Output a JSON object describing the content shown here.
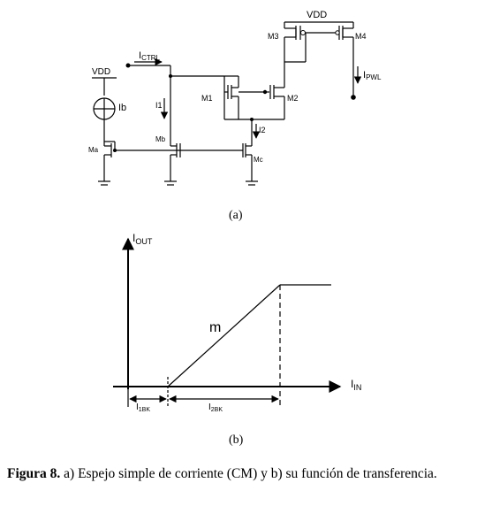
{
  "circuit": {
    "vdd_top": "VDD",
    "vdd_left": "VDD",
    "ictrl_main": "I",
    "ictrl_sub": "CTRL",
    "i1": "I1",
    "i2": "I2",
    "ib": "Ib",
    "ipwl_main": "I",
    "ipwl_sub": "PWL",
    "m1": "M1",
    "m2": "M2",
    "m3": "M3",
    "m4": "M4",
    "ma": "Ma",
    "mb": "Mb",
    "mc": "Mc"
  },
  "label_a": "(a)",
  "graph": {
    "yaxis_main": "I",
    "yaxis_sub": "OUT",
    "xaxis_main": "I",
    "xaxis_sub": "IN",
    "slope": "m",
    "i1bk_main": "I",
    "i1bk_sub": "1BK",
    "i2bk_main": "I",
    "i2bk_sub": "2BK"
  },
  "chart_data": {
    "type": "line",
    "title": "",
    "xlabel": "IIN",
    "ylabel": "IOUT",
    "x_markers": [
      "I1BK",
      "I1BK + I2BK"
    ],
    "segments": [
      {
        "from": "0",
        "to": "I1BK",
        "value": "0"
      },
      {
        "from": "I1BK",
        "to": "I1BK + I2BK",
        "slope": "m"
      },
      {
        "from": "I1BK + I2BK",
        "to": "beyond",
        "value": "constant"
      }
    ]
  },
  "label_b": "(b)",
  "caption": {
    "bold": "Figura 8.",
    "text": " a) Espejo simple de corriente (CM) y b) su función de transferencia."
  }
}
